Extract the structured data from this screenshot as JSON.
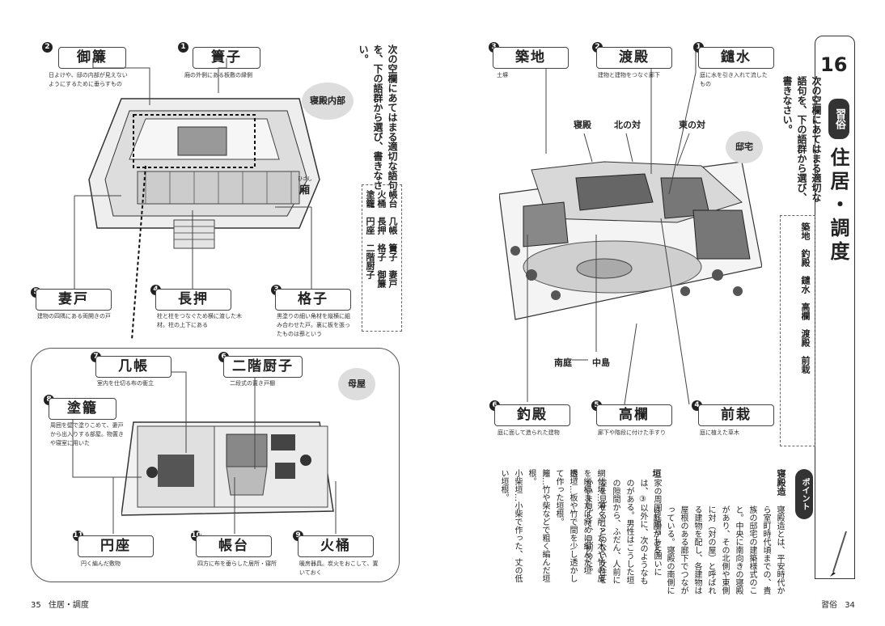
{
  "left_page": {
    "region_house_interior": "寝殿内部",
    "region_moya": "母屋",
    "hisashi_label": "廂",
    "hisashi_ruby": "ひさし",
    "question": "次の空欄にあてはまる適切な語句を、下の語群から選び、書きなさい。",
    "word_bank": [
      "帳台",
      "几帳",
      "簀子",
      "妻戸",
      "火桶",
      "長押",
      "格子",
      "御簾",
      "塗籠",
      "円座",
      "二階厨子"
    ],
    "items": [
      {
        "num": "2",
        "term": "御簾",
        "desc": "日よけや、邸の内部が見えないようにするために垂らすもの"
      },
      {
        "num": "1",
        "term": "簀子",
        "desc": "廂の外側にある板敷の縁側"
      },
      {
        "num": "5",
        "term": "妻戸",
        "desc": "建物の四隅にある両開きの戸"
      },
      {
        "num": "4",
        "term": "長押",
        "desc": "柱と柱をつなぐため横に渡した木材。柱の上下にある"
      },
      {
        "num": "3",
        "term": "格子",
        "desc": "黒塗りの細い角材を縦横に組み合わせた戸。裏に板を張ったものは蔀という"
      },
      {
        "num": "7",
        "term": "几帳",
        "desc": "室内を仕切る布の衝立"
      },
      {
        "num": "6",
        "term": "二階厨子",
        "desc": "二段式の置き戸棚"
      },
      {
        "num": "8",
        "term": "塗籠",
        "desc": "周囲を壁で塗りこめて、妻戸から出入りする部屋。物置きや寝室に用いた"
      },
      {
        "num": "11",
        "term": "円座",
        "desc": "円く編んだ敷物"
      },
      {
        "num": "10",
        "term": "帳台",
        "desc": "四方に布を垂らした居所・寝所"
      },
      {
        "num": "9",
        "term": "火桶",
        "desc": "暖房器具。炭火をおこして、置いておく"
      }
    ],
    "footer_page": "35",
    "footer_title": "住居・調度"
  },
  "right_page": {
    "unit_number": "16",
    "category": "習俗",
    "title": "住居・調度",
    "region_label": "邸宅",
    "question": "次の空欄にあてはまる適切な語句を、下の語群から選び、書きなさい。",
    "word_bank": [
      "築地",
      "釣殿",
      "鑓水",
      "高欄",
      "渡殿",
      "前栽"
    ],
    "building_labels": [
      "寝殿",
      "北の対",
      "東の対",
      "南庭",
      "中島"
    ],
    "items": [
      {
        "num": "3",
        "term": "築地",
        "desc": "土塀"
      },
      {
        "num": "2",
        "term": "渡殿",
        "desc": "建物と建物をつなぐ廊下"
      },
      {
        "num": "1",
        "term": "鑓水",
        "desc": "庭に水を引き入れて流したもの"
      },
      {
        "num": "6",
        "term": "釣殿",
        "desc": "庭に面して造られた建物"
      },
      {
        "num": "5",
        "term": "高欄",
        "desc": "廊下や階段に付けた手すり"
      },
      {
        "num": "4",
        "term": "前栽",
        "desc": "庭に植えた草木"
      }
    ],
    "point_label": "ポイント",
    "point_title": "寝殿造",
    "point_text": "寝殿造とは、平安時代から室町時代頃までの、貴族の邸宅の建築様式のこと。中央に南向きの寝殿があり、その北側や東側に対（対の屋）と呼ばれる建物を配し、各建物は屋根のある廊下でつながっている。寝殿の南側には庭園がある。",
    "kaki_title": "垣",
    "kaki_text": "家の周囲に巡らした囲いには、③以外に、次のようなものがある。男性はこうした垣の隙間から、ふだん、人前に姿を見せることのない女性をかいま見して、見初めた。",
    "kaki_items": [
      "網代垣…薄く削った木や竹の皮を縦横または斜めに編んだ垣根。",
      "透垣…板や竹で間を少し透かして作った垣根。",
      "籬…竹や柴などで粗く編んだ垣根。",
      "小柴垣…小柴で作った、丈の低い垣根。"
    ],
    "footer_page": "34",
    "footer_category": "習俗"
  }
}
